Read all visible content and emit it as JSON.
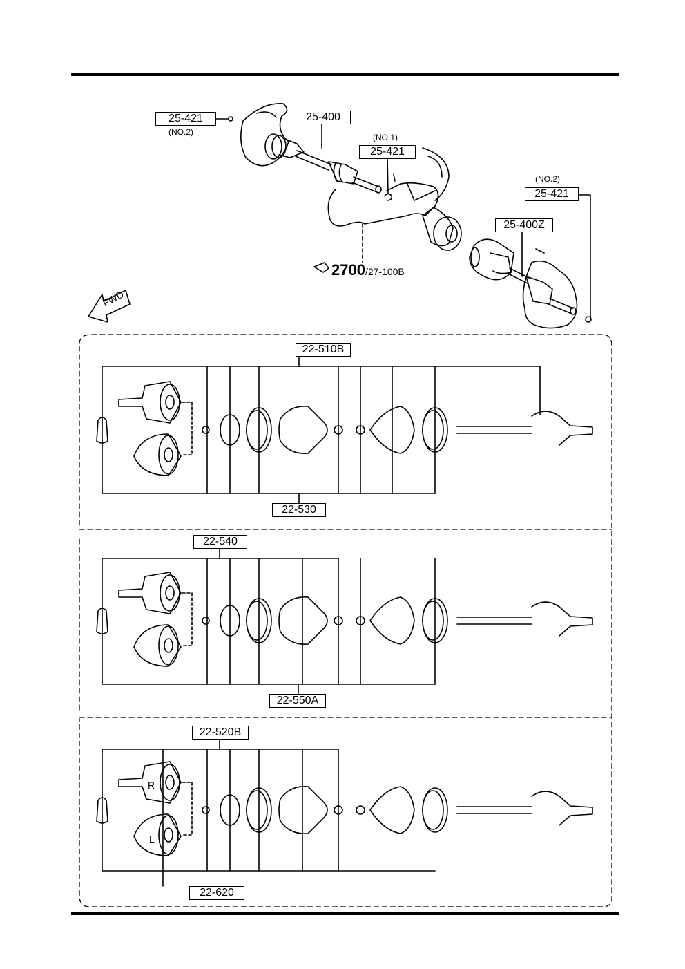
{
  "labels": {
    "top_left_clip": "25-421",
    "top_left_clip_note": "(NO.2)",
    "left_shaft": "25-400",
    "center_clip_note": "(NO.1)",
    "center_clip": "25-421",
    "right_clip_note": "(NO.2)",
    "right_clip": "25-421",
    "right_shaft": "25-400Z",
    "ref_number": "2700",
    "ref_suffix": "/27-100B",
    "fwd": "FWD",
    "p1_top": "22-510B",
    "p1_bottom": "22-530",
    "p2_top": "22-540",
    "p2_bottom": "22-550A",
    "p3_top": "22-520B",
    "p3_bottom": "22-620",
    "joint_r": "R",
    "joint_l": "L"
  }
}
